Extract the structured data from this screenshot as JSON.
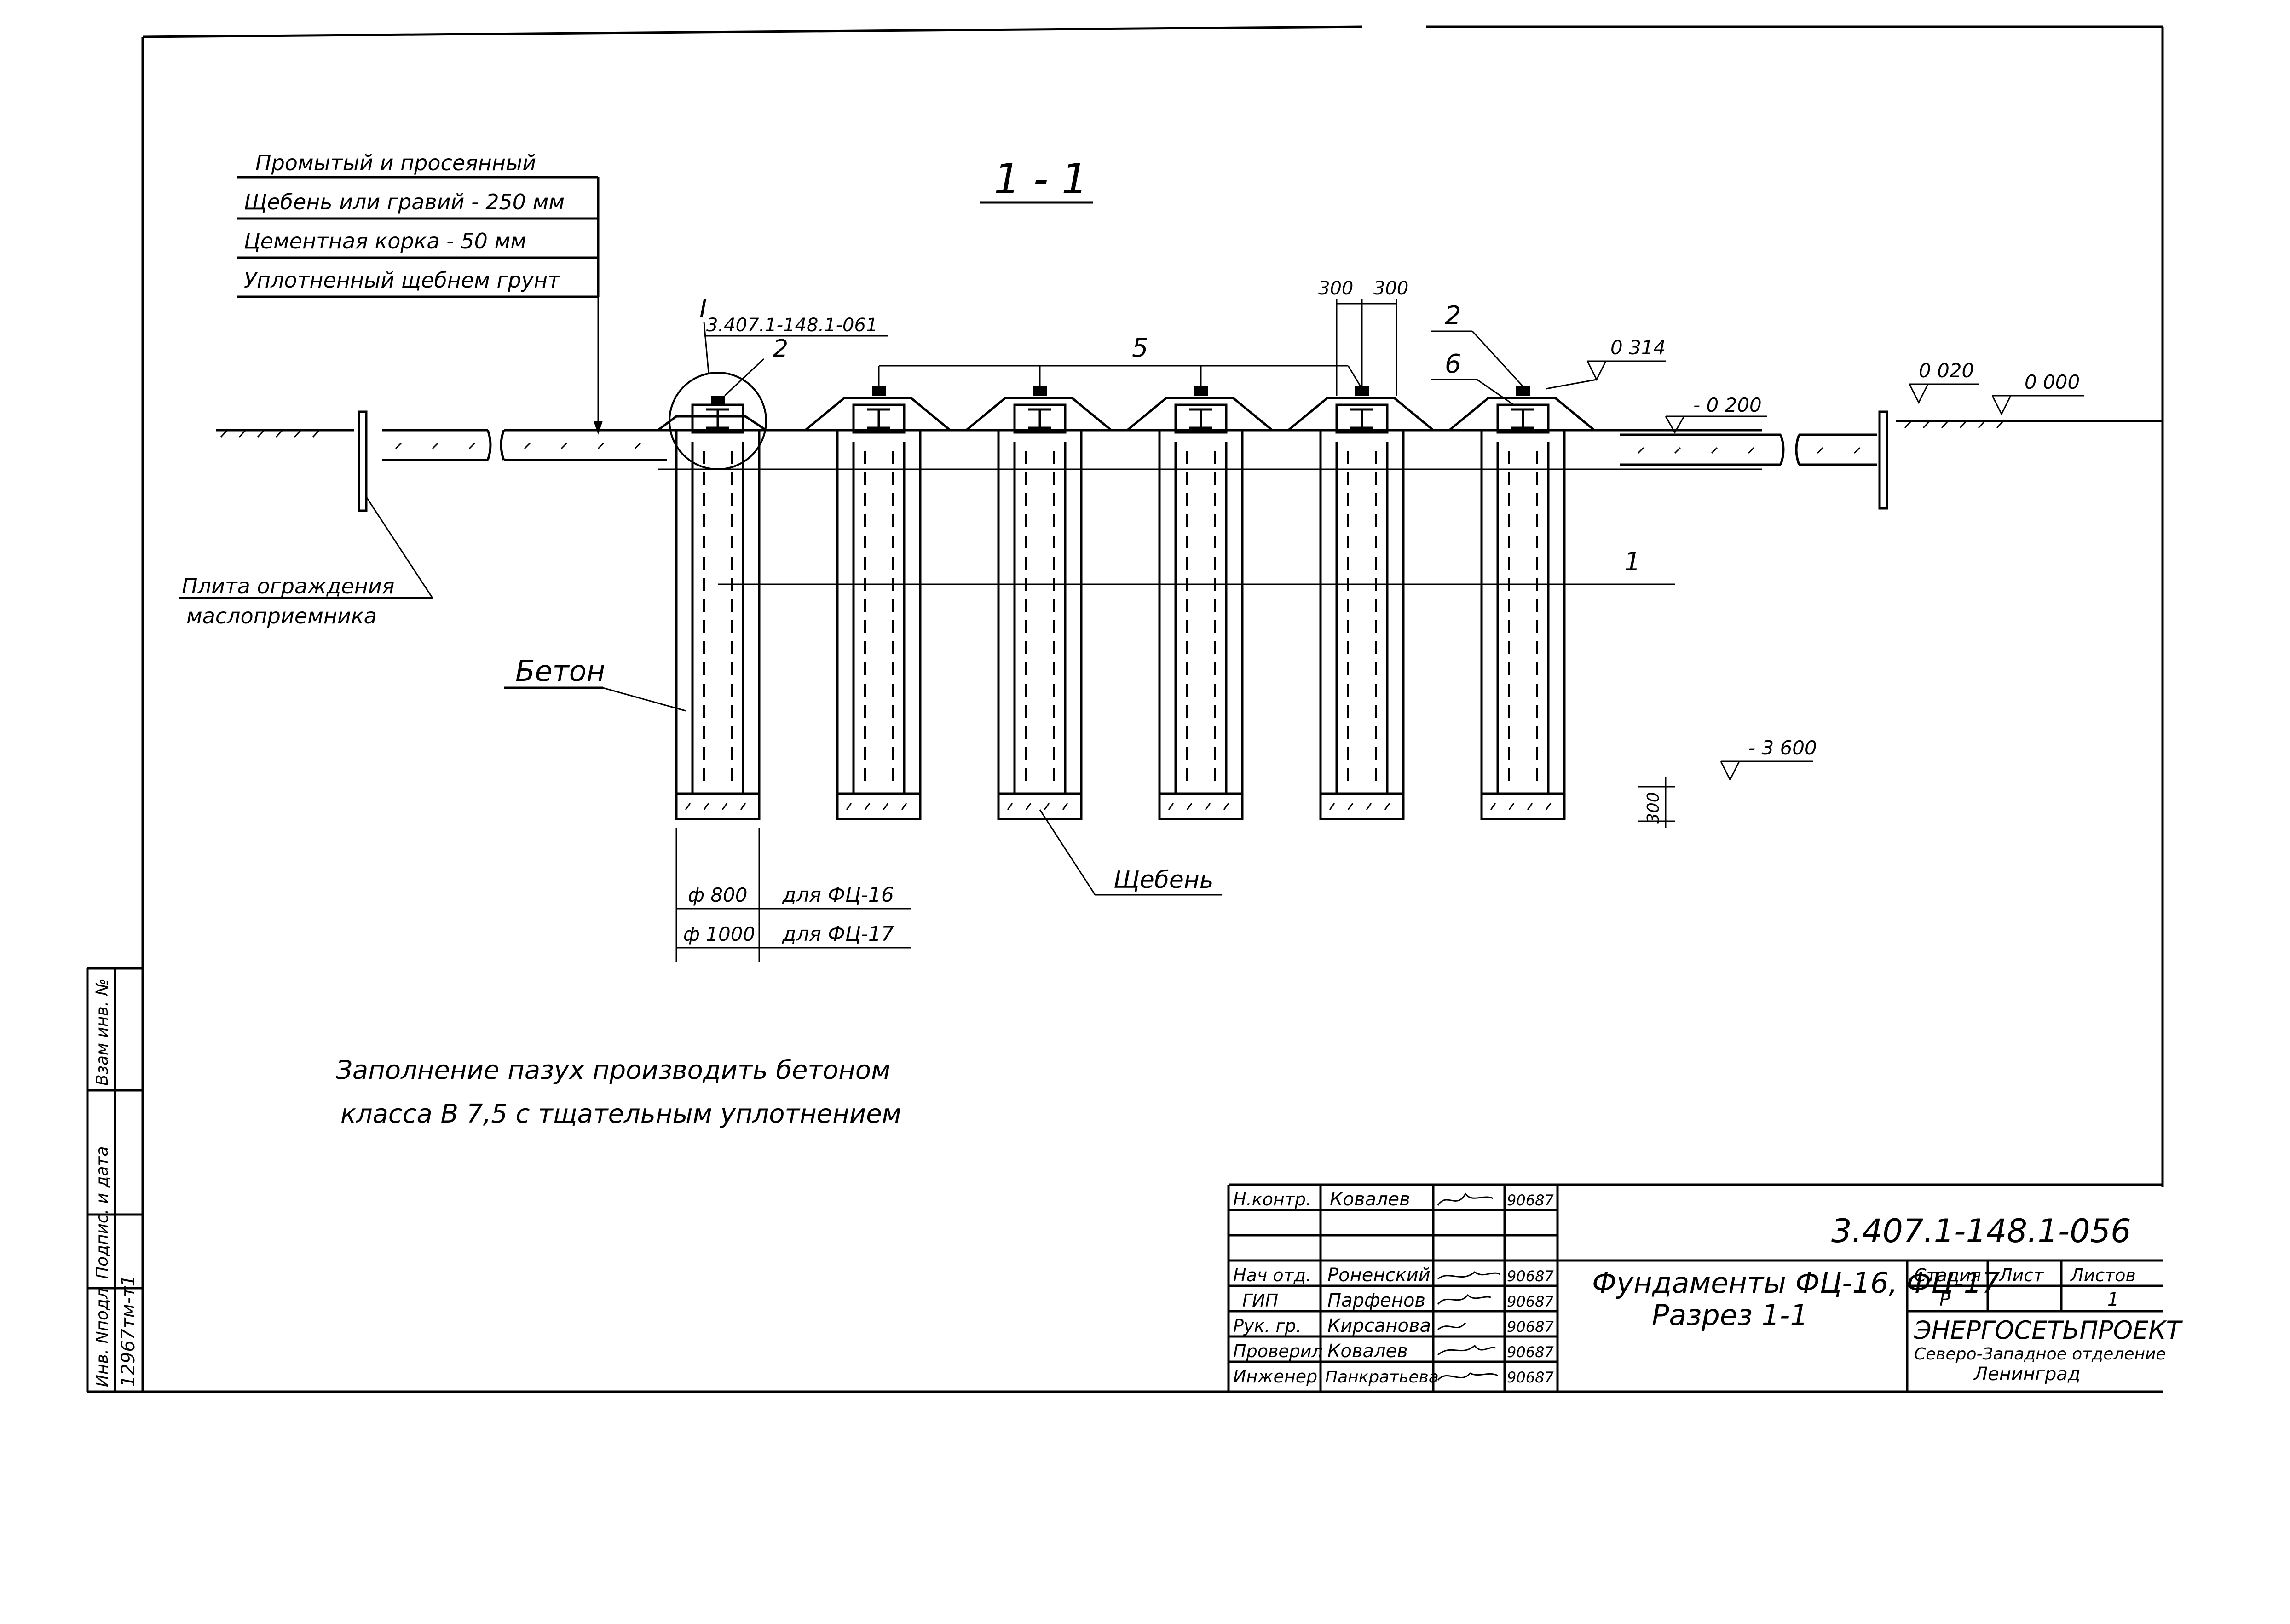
{
  "layers": {
    "header": "Промытый и просеянный",
    "rows": [
      "Щебень или гравий  - 250 мм",
      "Цементная корка  - 50 мм",
      "Уплотненный щебнем грунт"
    ]
  },
  "section_title": "1 - 1",
  "detail_ref": {
    "mark": "I",
    "code": "3.407.1-148.1-061"
  },
  "callouts": {
    "rail_top": "2",
    "rail_right": "2",
    "sleepers": "5",
    "item6": "6",
    "line1": "1",
    "dim300a": "300",
    "dim300b": "300",
    "dim300c": "300"
  },
  "levels": {
    "top": "0 314",
    "left": "0 020",
    "zero": "0 000",
    "minus200": "- 0 200",
    "minus3600": "- 3 600"
  },
  "labels": {
    "plate": "Плита ограждения",
    "plate2": "маслоприемника",
    "concrete": "Бетон",
    "gravel": "Щебень",
    "d800": "ф 800",
    "d1000": "ф 1000",
    "fc16": "для ФЦ-16",
    "fc17": "для ФЦ-17"
  },
  "note": {
    "line1": "Заполнение  пазух  производить  бетоном",
    "line2": "класса  В 7,5  с тщательным  уплотнением"
  },
  "side_stamp": {
    "inv_podl": "Инв. Nподл",
    "podpis": "Подпис. и дата",
    "vzam": "Взам инв. №",
    "number": "12967тм-т1"
  },
  "title_block": {
    "code": "3.407.1-148.1-056",
    "title1": "Фундаменты ФЦ-16, ФЦ-17",
    "title2": "Разрез 1-1",
    "stage_h": "Стадия",
    "sheet_h": "Лист",
    "sheets_h": "Листов",
    "stage": "Р",
    "sheets": "1",
    "org1": "ЭНЕРГОСЕТЬПРОЕКТ",
    "org2": "Северо-Западное отделение",
    "org3": "Ленинград",
    "rows": [
      {
        "role": "Н.контр.",
        "name": "Ковалев",
        "date": "90687"
      },
      {
        "role": "Нач отд.",
        "name": "Роненский",
        "date": "90687"
      },
      {
        "role": "ГИП",
        "name": "Парфенов",
        "date": "90687"
      },
      {
        "role": "Рук. гр.",
        "name": "Кирсанова",
        "date": "90687"
      },
      {
        "role": "Проверил",
        "name": "Ковалев",
        "date": "90687"
      },
      {
        "role": "Инженер",
        "name": "Панкратьева",
        "date": "90687"
      }
    ]
  }
}
